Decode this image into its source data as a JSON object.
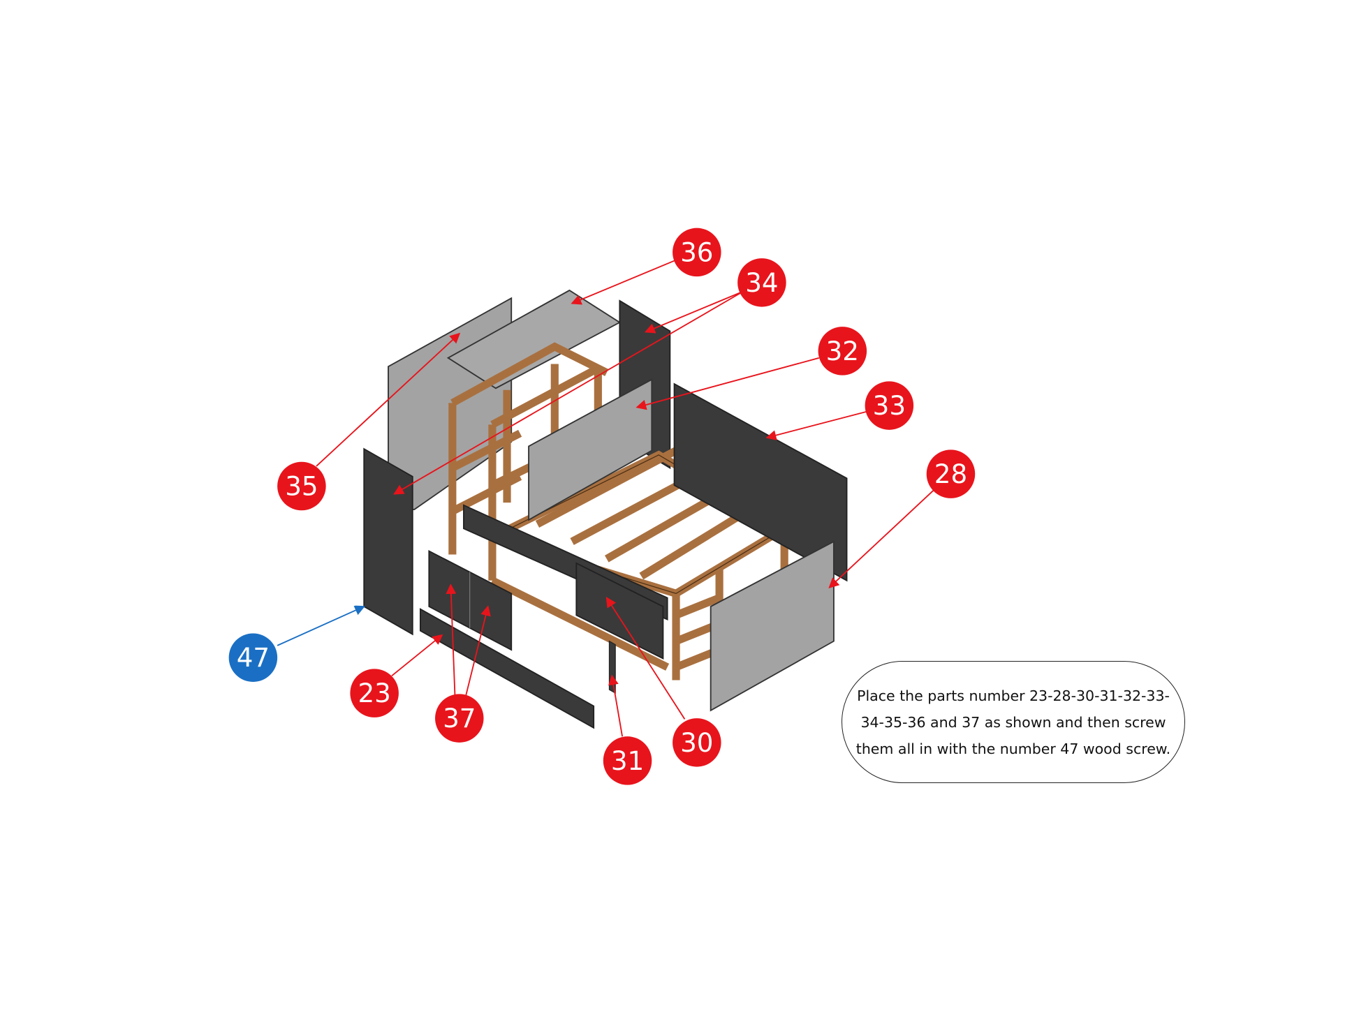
{
  "callouts": {
    "c36": "36",
    "c34": "34",
    "c32": "32",
    "c33": "33",
    "c28": "28",
    "c35": "35",
    "c47": "47",
    "c23": "23",
    "c37": "37",
    "c31": "31",
    "c30": "30"
  },
  "note": "Place the parts number 23-28-30-31-32-33-34-35-36 and 37 as shown and then screw them all in with the number 47 wood screw.",
  "colors": {
    "part_callout": "#e8141c",
    "screw_callout": "#1a6fc4",
    "wood": "#a9703f",
    "dark_panel": "#3a3a3a",
    "light_panel": "#a3a3a3"
  }
}
